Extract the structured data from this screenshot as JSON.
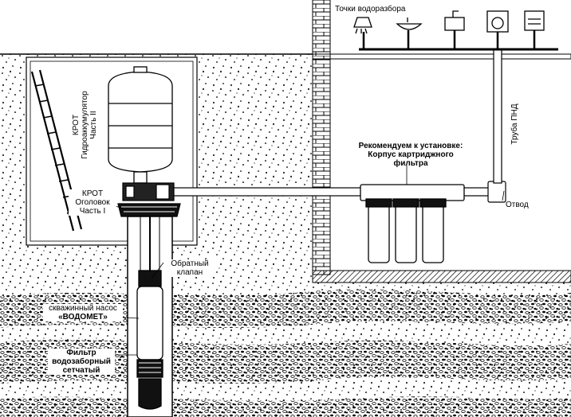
{
  "labels": {
    "water_points": "Точки водоразбора",
    "krot_accumulator": [
      "КРОТ",
      "Гидроаккумулятор",
      "Часть II"
    ],
    "krot_head": [
      "КРОТ",
      "Оголовок",
      "Часть I"
    ],
    "recommend": [
      "Рекомендуем к установке:",
      "Корпус картриджного",
      "фильтра"
    ],
    "pipe": "Труба ПНД",
    "branch": "Отвод",
    "check_valve": [
      "Обратный",
      "клапан"
    ],
    "pump": [
      "скважинный насос",
      "«ВОДОМЕТ»"
    ],
    "filter": [
      "Фильтр",
      "водозаборный",
      "сетчатый"
    ]
  }
}
